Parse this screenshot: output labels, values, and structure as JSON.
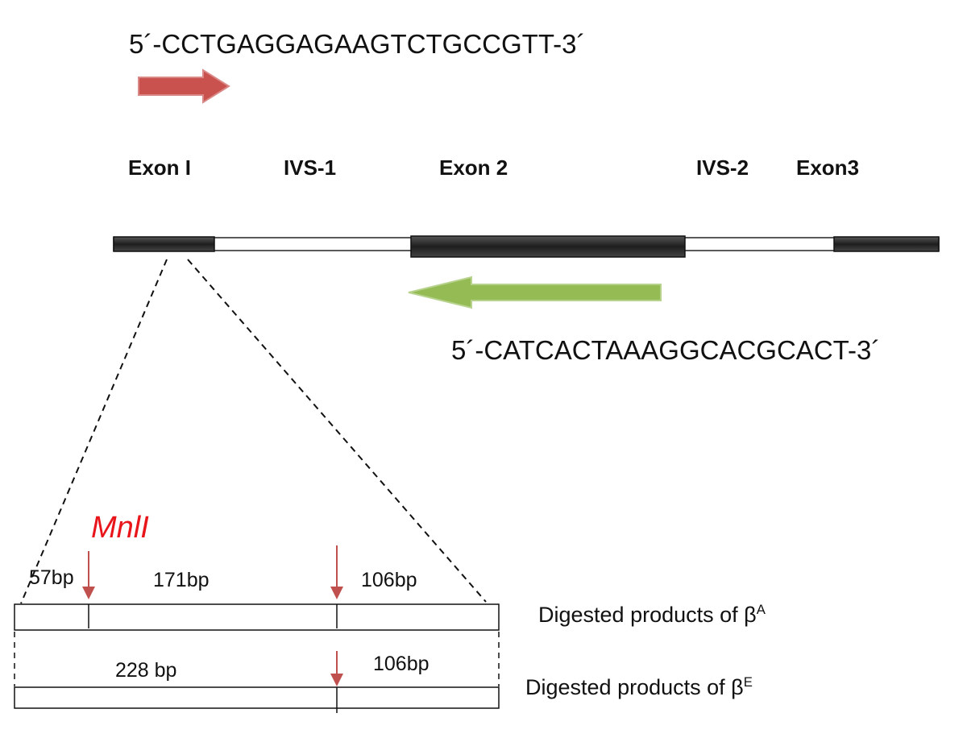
{
  "primers": {
    "forward": {
      "sequence": "5´-CCTGAGGAGAAGTCTGCCGTT-3´",
      "arrow_color": "#c0504d"
    },
    "reverse": {
      "sequence": "5´-CATCACTAAAGGCACGCACT-3´",
      "arrow_color": "#9bbb59"
    }
  },
  "gene": {
    "regions": [
      "Exon I",
      "IVS-1",
      "Exon 2",
      "IVS-2",
      "Exon3"
    ],
    "exon_color": "#2b2b2b",
    "intron_color": "#ffffff"
  },
  "digest": {
    "enzyme": "MnlI",
    "enzyme_color": "#e8151b",
    "cut_arrow_color": "#c0504d",
    "beta_a": {
      "fragments": [
        "57bp",
        "171bp",
        "106bp"
      ],
      "label_text": "Digested products of β",
      "label_sup": "A"
    },
    "beta_e": {
      "fragments": [
        "228 bp",
        "106bp"
      ],
      "label_text": "Digested products of β",
      "label_sup": "E"
    }
  }
}
